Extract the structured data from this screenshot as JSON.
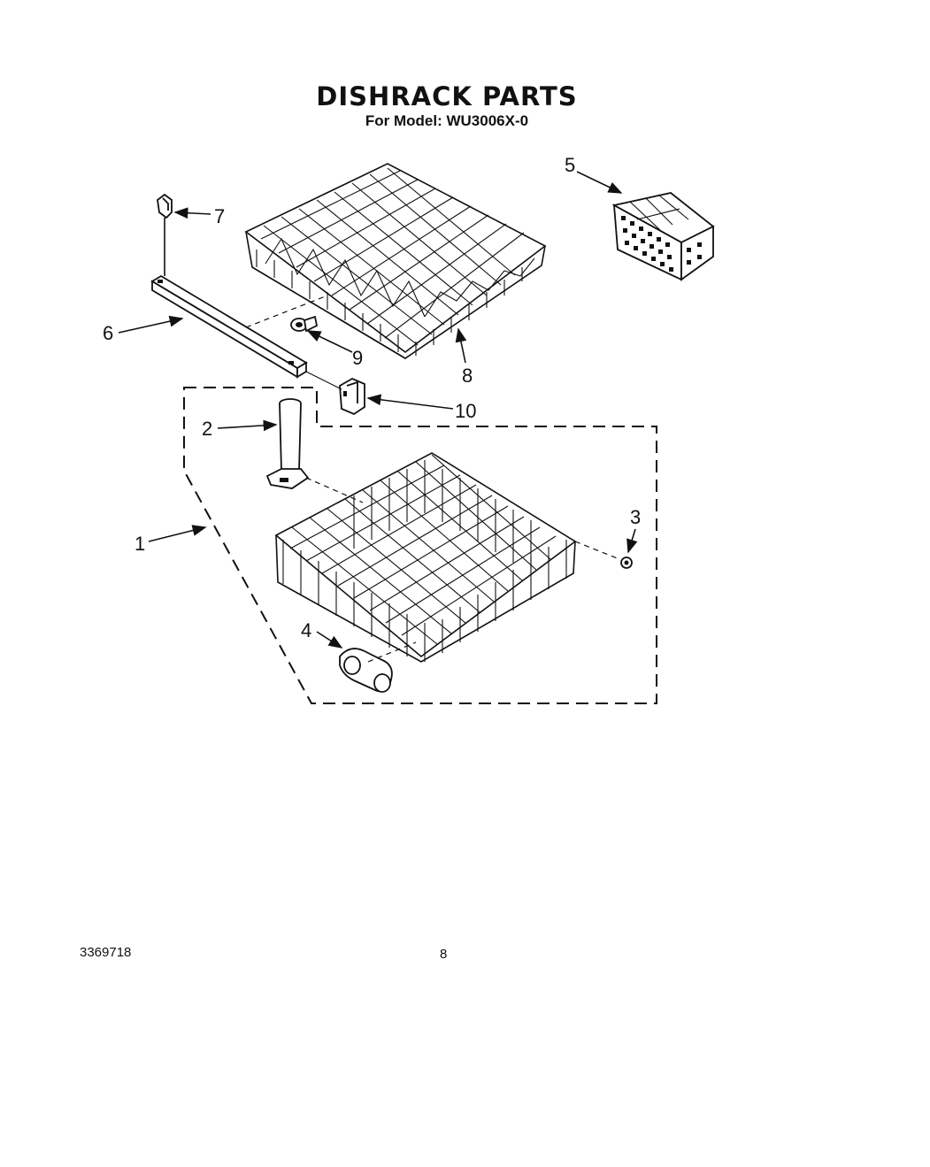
{
  "header": {
    "title": "DISHRACK PARTS",
    "subtitle": "For Model: WU3006X-0"
  },
  "callouts": {
    "c1": "1",
    "c2": "2",
    "c3": "3",
    "c4": "4",
    "c5": "5",
    "c6": "6",
    "c7": "7",
    "c8": "8",
    "c9": "9",
    "c10": "10"
  },
  "footer": {
    "doc_number": "3369718",
    "page_number": "8"
  }
}
